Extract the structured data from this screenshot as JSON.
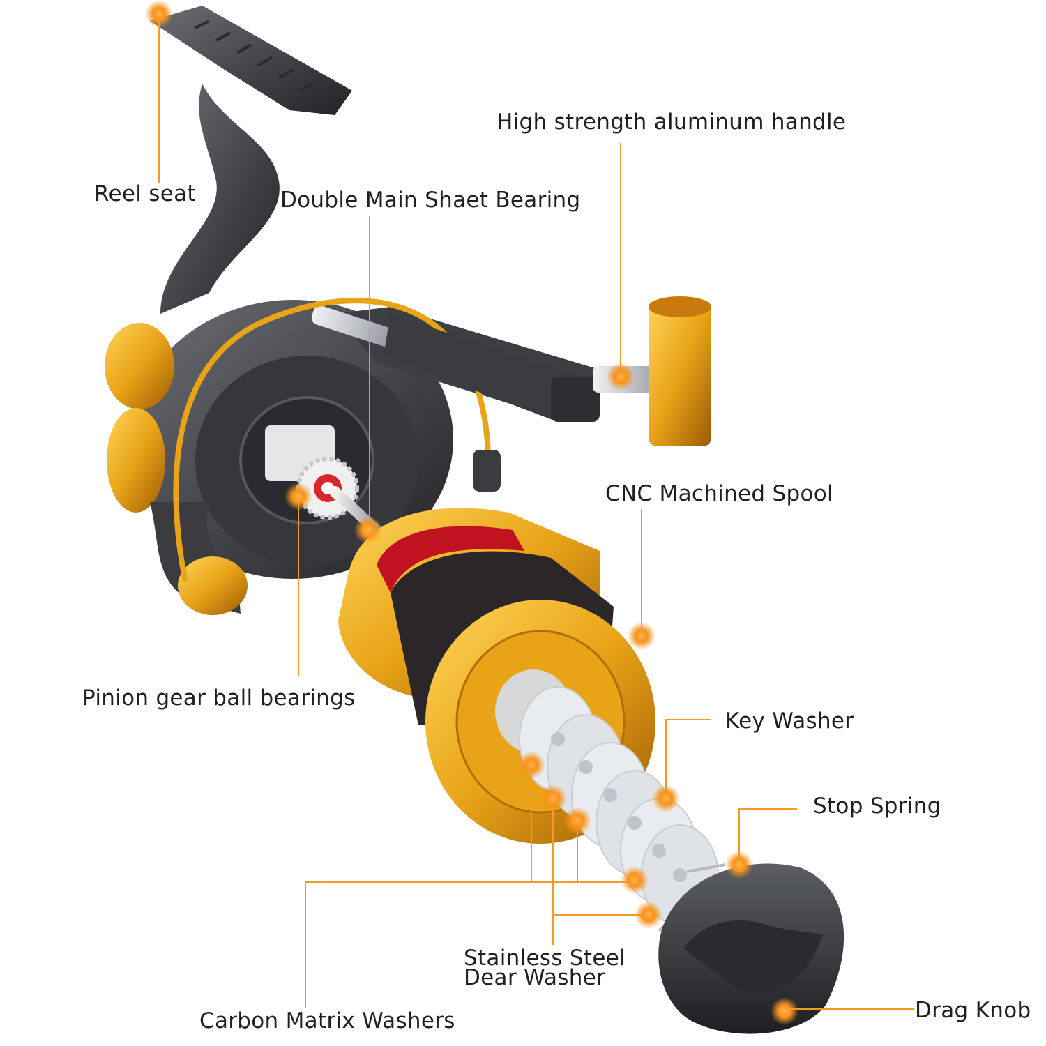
{
  "labels": {
    "reel_seat": "Reel seat",
    "double_main_shaft_bearing": "Double Main Shaet Bearing",
    "aluminum_handle": "High strength aluminum handle",
    "cnc_spool": "CNC Machined Spool",
    "pinion_gear": "Pinion gear ball bearings",
    "key_washer": "Key Washer",
    "stop_spring": "Stop Spring",
    "steel_washer_line1": "Stainless Steel",
    "steel_washer_line2": "Dear Washer",
    "carbon_washers": "Carbon Matrix Washers",
    "drag_knob": "Drag Knob"
  },
  "colors": {
    "accent": "#f7931e",
    "leader": "#f59a23",
    "body": "#4a4d52",
    "gold": "#e8a317",
    "text": "#1f1f1f"
  }
}
